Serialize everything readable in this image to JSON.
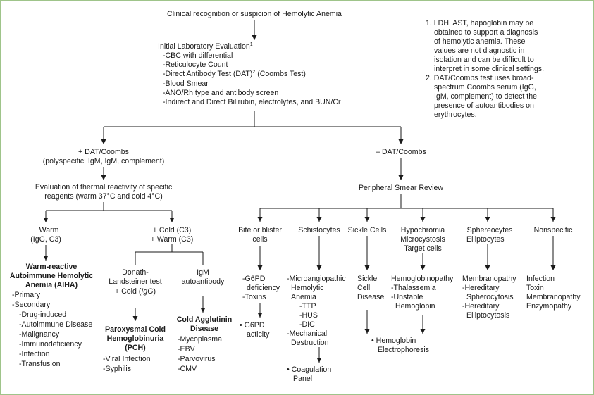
{
  "root": "Clinical recognition or suspicion of Hemolytic Anemia",
  "initial_eval": {
    "title": "Initial Laboratory Evaluation",
    "title_sup": "1",
    "items": [
      "-CBC with differential",
      "-Reticulocyte Count"
    ],
    "dat_item": "-Direct Antibody Test (DAT)",
    "dat_sup": "2",
    "dat_suffix": " (Coombs Test)",
    "items2": [
      "-Blood Smear",
      "-ANO/Rh type and antibody screen",
      "-Indirect and Direct Bilirubin, electrolytes, and BUN/Cr"
    ]
  },
  "notes": [
    [
      "1. LDH, AST, hapoglobin may be",
      "obtained to support a diagnosis",
      "of hemolytic anemia. These",
      "values are not diagnostic in",
      "isolation and can be difficult to",
      "interpret in some clinical settings."
    ],
    [
      "2. DAT/Coombs test uses broad-",
      "spectrum Coombs serum (IgG,",
      "IgM, complement) to detect the",
      "presence of autoantibodies on",
      "erythrocytes."
    ]
  ],
  "pos_dat": [
    "+ DAT/Coombs",
    "(polyspecific: IgM, IgM, complement)"
  ],
  "neg_dat": "– DAT/Coombs",
  "thermal": [
    "Evaluation of thermal reactivity of specific",
    "reagents (warm 37°C and cold 4°C)"
  ],
  "warm": [
    "+ Warm",
    "(IgG, C3)"
  ],
  "cold": [
    "+ Cold (C3)",
    "+ Warm (C3)"
  ],
  "aiha": {
    "title": [
      "Warm-reactive",
      "Autoimmune Hemolytic",
      "Anemia (AIHA)"
    ],
    "items": [
      "-Primary",
      "-Secondary"
    ],
    "sub": [
      "-Drug-induced",
      "-Autoimmune Disease",
      "-Malignancy",
      "-Immunodeficiency",
      "-Infection",
      "-Transfusion"
    ]
  },
  "donath": [
    "Donath-",
    "Landsteiner test"
  ],
  "donath_cold": "+ Cold (",
  "donath_igg": "IgG",
  "donath_close": ")",
  "pch": {
    "title": [
      "Paroxysmal Cold",
      "Hemoglobinuria",
      "(PCH)"
    ],
    "items": [
      "-Viral Infection",
      "-Syphilis"
    ]
  },
  "igm": [
    "IgM",
    "autoantibody"
  ],
  "cad": {
    "title": [
      "Cold Agglutinin",
      "Disease"
    ],
    "items": [
      "-Mycoplasma",
      "-EBV",
      "-Parvovirus",
      "-CMV"
    ]
  },
  "smear": "Peripheral Smear Review",
  "bite": {
    "head": [
      "Bite or blister",
      "cells"
    ],
    "items": [
      "-G6PD",
      "deficiency",
      "-Toxins"
    ],
    "test": [
      "G6PD",
      "acticity"
    ]
  },
  "schisto": {
    "head": "Schistocytes",
    "items": [
      "-Microangiopathic",
      "Hemolytic",
      "Anemia"
    ],
    "sub": [
      "-TTP",
      "-HUS",
      "-DIC"
    ],
    "items2": [
      "-Mechanical",
      "Destruction"
    ],
    "test": [
      "Coagulation",
      "Panel"
    ]
  },
  "sickle": {
    "head": "Sickle Cells",
    "items": [
      "Sickle",
      "Cell",
      "Disease"
    ],
    "test": [
      "Hemoglobin",
      "Electrophoresis"
    ]
  },
  "hypo": {
    "head": [
      "Hypochromia",
      "Microcystosis",
      "Target cells"
    ],
    "items": [
      "Hemoglobinopathy",
      "-Thalassemia",
      "-Unstable",
      "Hemoglobin"
    ]
  },
  "sphero": {
    "head": [
      "Sphereocytes",
      "Elliptocytes"
    ],
    "items": [
      "Membranopathy",
      "-Hereditary",
      "Spherocytosis",
      "-Hereditary",
      "Elliptocytosis"
    ]
  },
  "nonspec": {
    "head": "Nonspecific",
    "items": [
      "Infection",
      "Toxin",
      "Membranopathy",
      "Enzymopathy"
    ]
  },
  "bullet": "•"
}
